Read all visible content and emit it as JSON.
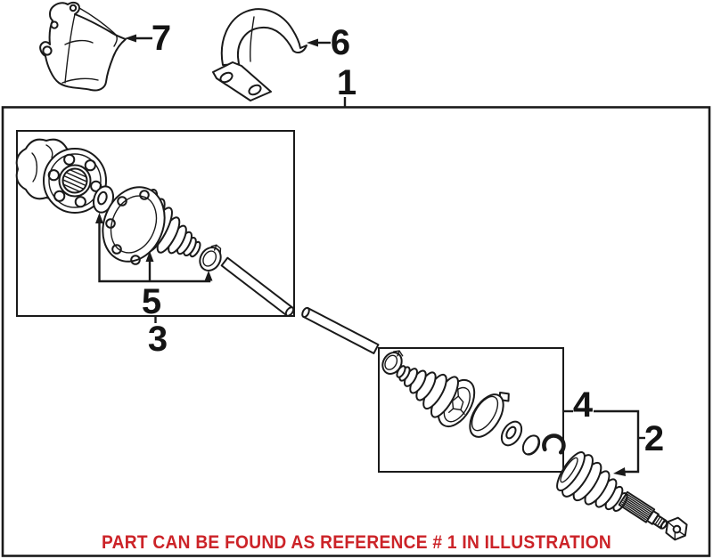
{
  "figure": {
    "note": "PART CAN BE FOUND AS REFERENCE # 1 IN ILLUSTRATION"
  },
  "callouts": {
    "axle_assembly": "1",
    "outer_cv_joint": "2",
    "inner_cv_joint_kit": "3",
    "outer_boot_kit": "4",
    "inner_boot_parts": "5",
    "mount_bracket": "6",
    "heat_shield": "7"
  },
  "colors": {
    "line": "#1a1a1a",
    "note_red": "#cc2328",
    "background": "#ffffff"
  }
}
